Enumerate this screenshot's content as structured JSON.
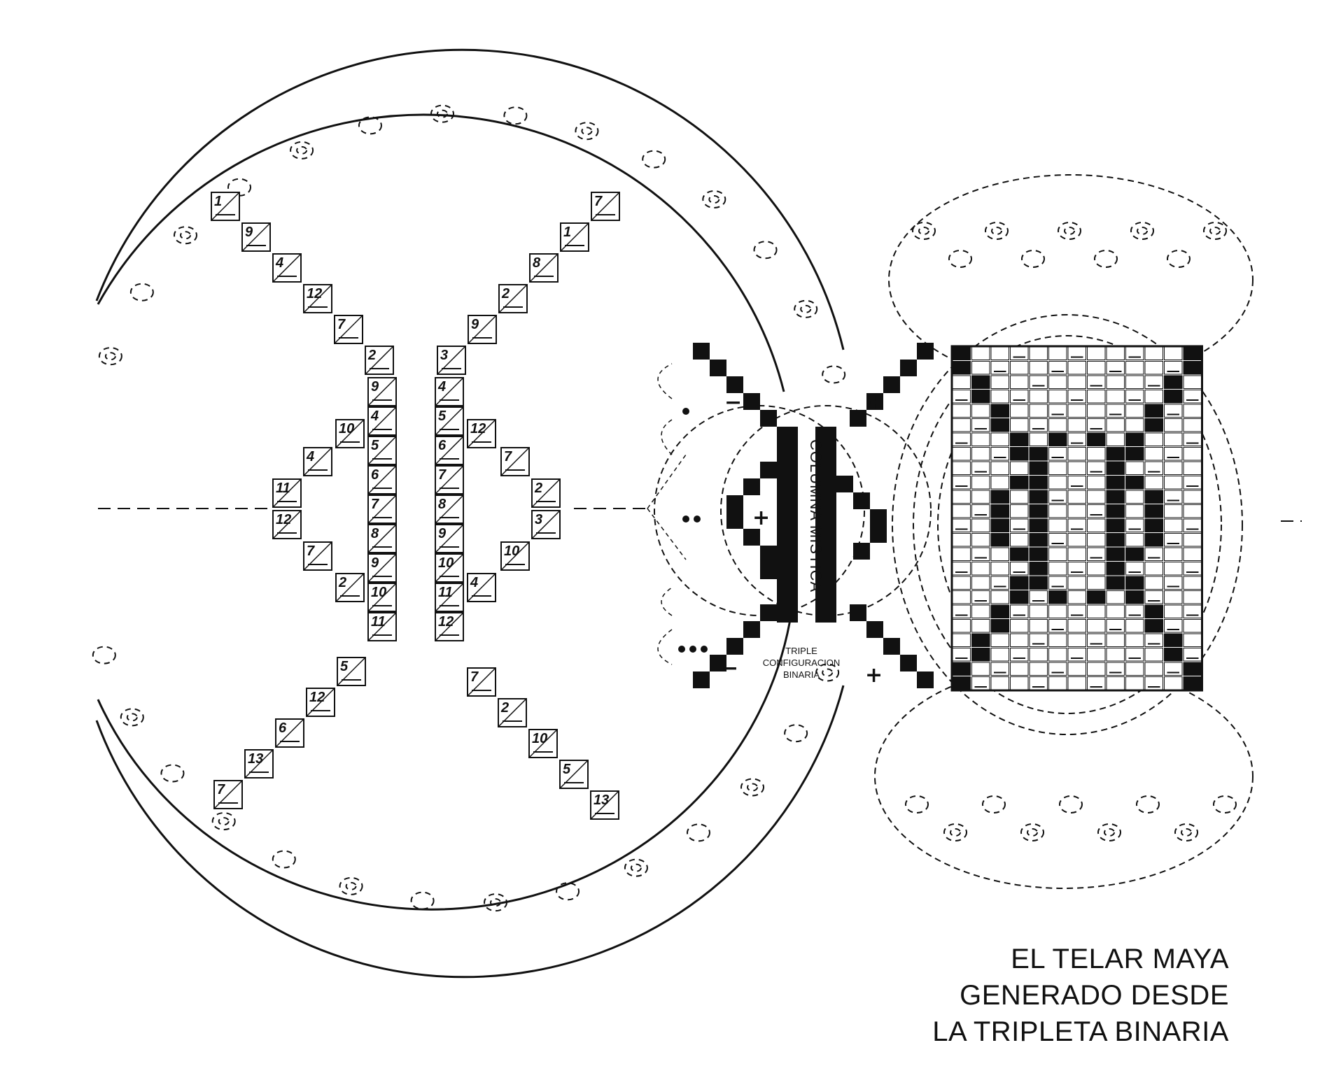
{
  "caption": {
    "line1": "EL TELAR MAYA",
    "line2": "GENERADO DESDE",
    "line3": "LA TRIPLETA BINARIA"
  },
  "labels": {
    "column": "COLUMNA MISTICA",
    "triple": [
      "TRIPLE",
      "CONFIGURACION",
      "BINARIA"
    ],
    "plus": "+",
    "minus": "−"
  },
  "left_x": {
    "upper_left_arm": [
      "1",
      "9",
      "4",
      "12",
      "7",
      "2"
    ],
    "upper_right_arm": [
      "7",
      "1",
      "8",
      "2",
      "9",
      "3"
    ],
    "left_spine": [
      "9",
      "4",
      "5",
      "6",
      "7",
      "8",
      "9",
      "10",
      "11"
    ],
    "right_spine": [
      "4",
      "5",
      "6",
      "7",
      "8",
      "9",
      "10",
      "11",
      "12"
    ],
    "left_loop": [
      "10",
      "4",
      "11",
      "12",
      "7",
      "2"
    ],
    "right_loop": [
      "12",
      "7",
      "2",
      "3",
      "10",
      "4"
    ],
    "lower_left_arm": [
      "5",
      "12",
      "6",
      "13",
      "7"
    ],
    "lower_right_arm": [
      "7",
      "2",
      "10",
      "5",
      "13"
    ]
  },
  "colors": {
    "ink": "#111111",
    "paper": "#ffffff"
  }
}
